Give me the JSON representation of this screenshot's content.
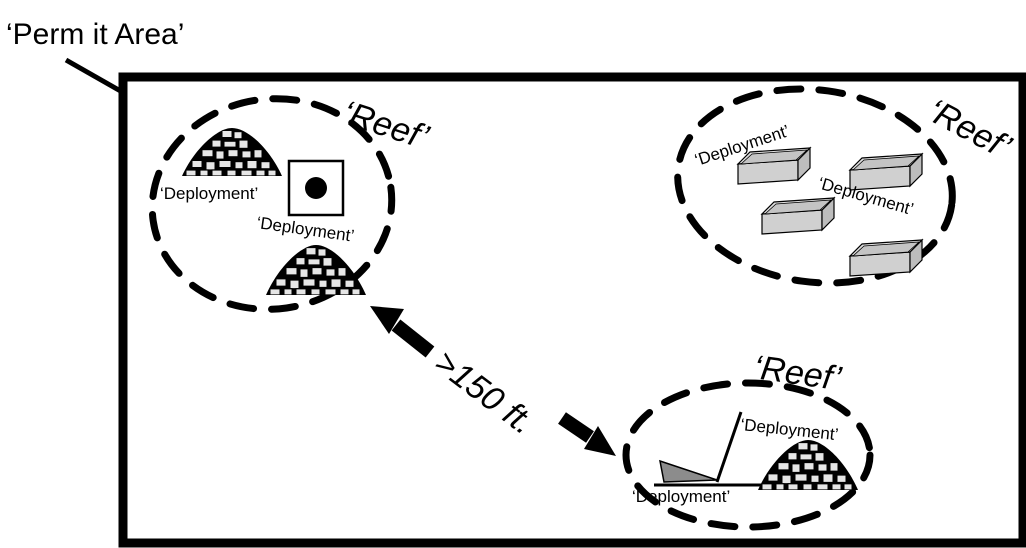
{
  "permit_label": "‘Perm it Area’",
  "distance_label": ">150 ft.",
  "reefs": [
    {
      "label": "‘Reef’",
      "deployments": [
        "‘Deployment’",
        "‘Deployment’"
      ]
    },
    {
      "label": "‘Reef’",
      "deployments": [
        "‘Deployment’",
        "‘Deployment’"
      ]
    },
    {
      "label": "‘Reef’",
      "deployments": [
        "‘Deployment’",
        "‘Deployment’"
      ]
    }
  ],
  "colors": {
    "stroke": "#000000",
    "box_fill": "#d0d0d0",
    "rubble_fill": "#e6e6e6",
    "background": "#ffffff"
  }
}
